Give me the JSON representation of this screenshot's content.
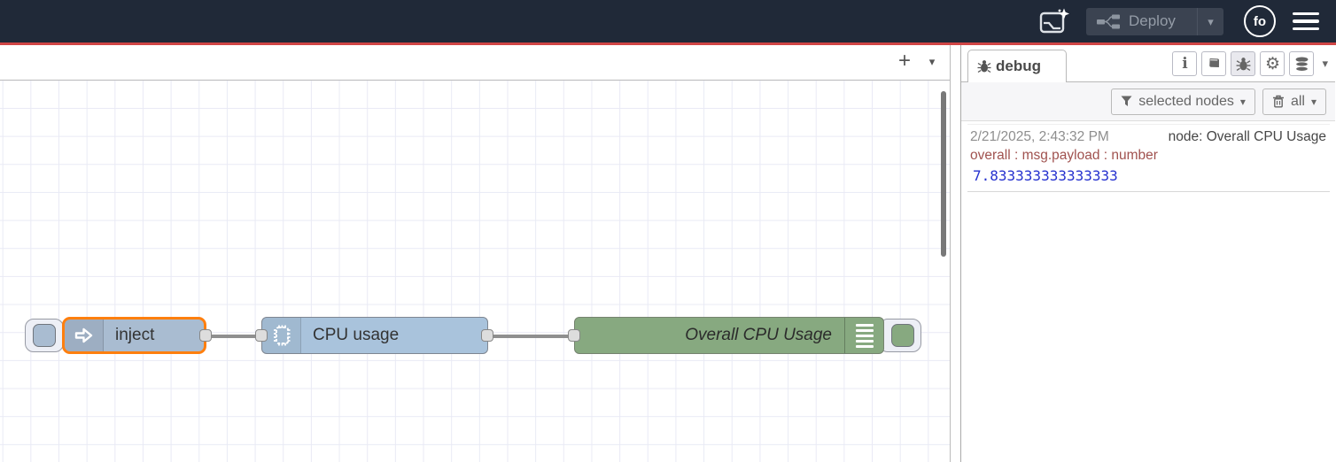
{
  "header": {
    "deploy": {
      "label": "Deploy"
    },
    "avatar": "fo"
  },
  "icons": {
    "plus": "+",
    "chevron_down": "▾",
    "info": "i",
    "gear": "⚙"
  },
  "canvas": {
    "nodes": {
      "inject": {
        "label": "inject",
        "color": "#a9bcd1",
        "selected": true
      },
      "cpu": {
        "label": "CPU usage",
        "color": "#a9c3dc"
      },
      "debug": {
        "label": "Overall CPU Usage",
        "color": "#87a980"
      }
    },
    "selection_color": "#ff7f0e"
  },
  "sidebar": {
    "tab": "debug",
    "filter_label": "selected nodes",
    "clear_label": "all",
    "message": {
      "timestamp": "2/21/2025, 2:43:32 PM",
      "node": "node: Overall CPU Usage",
      "property": "overall : msg.payload : number",
      "value": "7.833333333333333"
    }
  },
  "colors": {
    "header_bg": "#202938",
    "accent_red": "#d04545",
    "debug_property": "#a0524f",
    "debug_value": "#2632cf"
  }
}
